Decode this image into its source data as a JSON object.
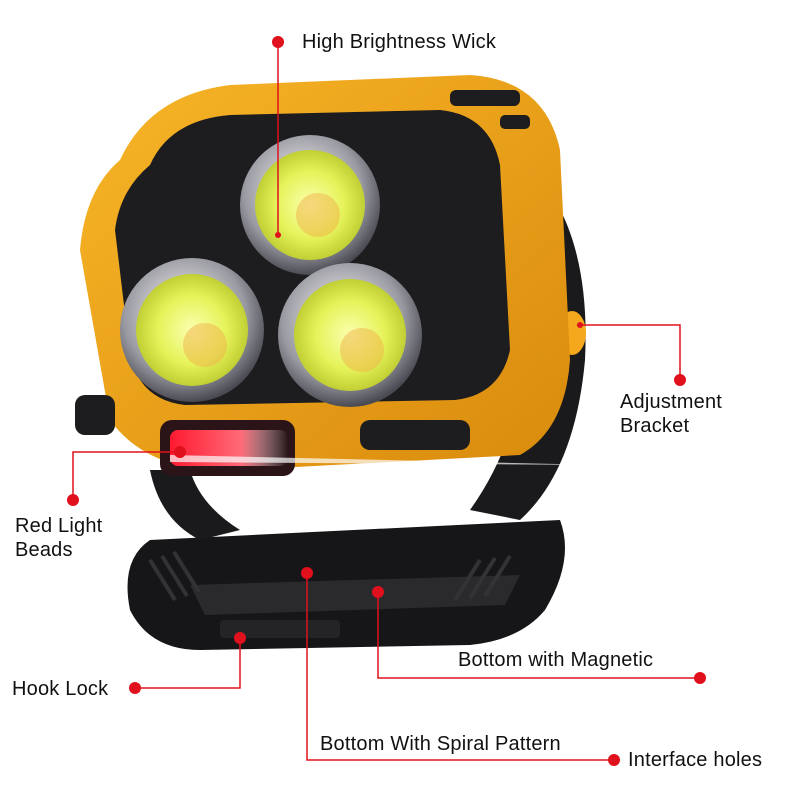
{
  "colors": {
    "body": "#f5a81c",
    "body_dark": "#c98208",
    "housing": "#1d1d1f",
    "lens": "#e6f35a",
    "red_beads": "#ff2a3a",
    "callout": "#e0101c"
  },
  "labels": {
    "high_brightness_wick": "High Brightness Wick",
    "adjustment_bracket": "Adjustment\nBracket",
    "red_light_beads": "Red Light\nBeads",
    "bottom_with_magnetic": "Bottom with Magnetic",
    "hook_lock": "Hook Lock",
    "bottom_with_spiral_pattern": "Bottom With Spiral Pattern",
    "interface_holes": "Interface holes"
  }
}
